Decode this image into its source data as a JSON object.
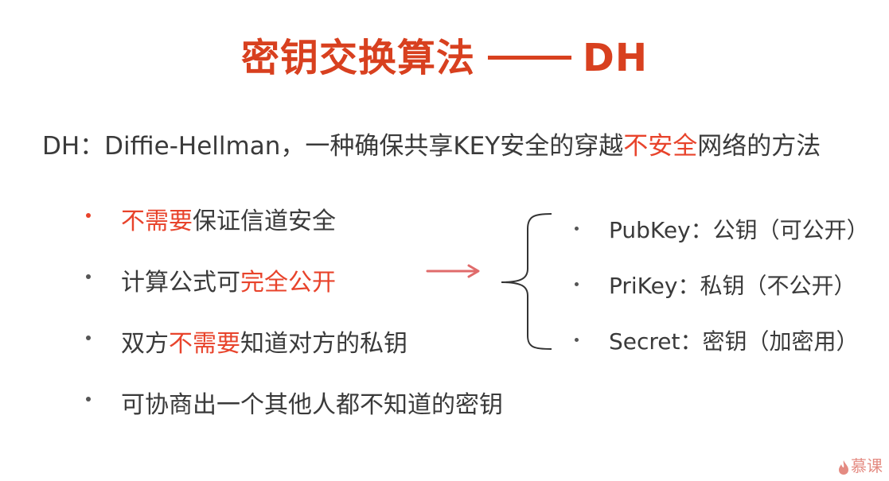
{
  "title": {
    "main": "密钥交换算法",
    "sep": "——",
    "suffix": "DH"
  },
  "subtitle": {
    "before": "DH：Diffie-Hellman，一种确保共享KEY安全的穿越",
    "highlight": "不安全",
    "after": "网络的方法"
  },
  "bullets": [
    {
      "pre": "",
      "hl": "不需要",
      "post": "保证信道安全"
    },
    {
      "pre": "计算公式可",
      "hl": "完全公开",
      "post": ""
    },
    {
      "pre": "双方",
      "hl": "不需要",
      "post": "知道对方的私钥"
    },
    {
      "pre": "可协商出一个其他人都不知道的密钥",
      "hl": "",
      "post": ""
    }
  ],
  "keys": [
    "PubKey：公钥（可公开）",
    "PriKey：私钥（不公开）",
    "Secret：密钥（加密用）"
  ],
  "logo": {
    "text": "慕课"
  },
  "colors": {
    "title": "#d8401f",
    "highlight": "#e8432b",
    "text": "#3a3a3a",
    "arrow": "#e06b6b"
  }
}
